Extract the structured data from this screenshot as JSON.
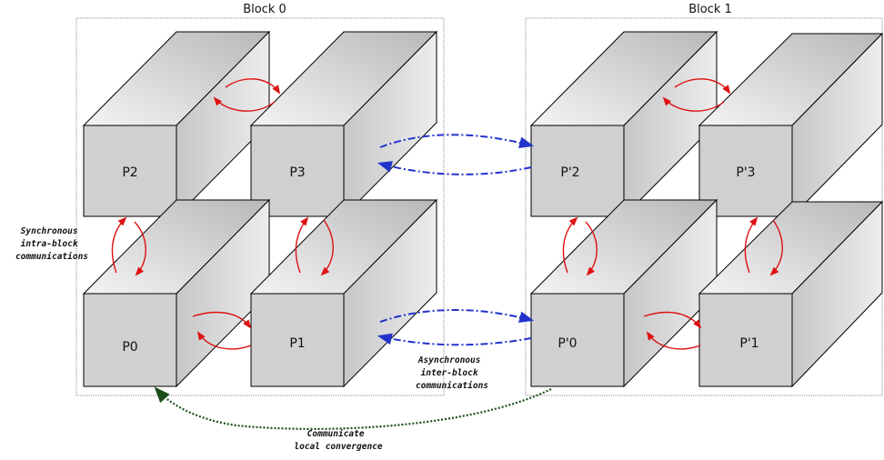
{
  "blocks": [
    {
      "title": "Block 0",
      "processors": {
        "top_left": "P2",
        "top_right": "P3",
        "bottom_left": "P0",
        "bottom_right": "P1"
      }
    },
    {
      "title": "Block 1",
      "processors": {
        "top_left": "P'2",
        "top_right": "P'3",
        "bottom_left": "P'0",
        "bottom_right": "P'1"
      }
    }
  ],
  "annotations": {
    "sync": [
      "Synchronous",
      "intra-block",
      "communications"
    ],
    "async": [
      "Asynchronous",
      "inter-block",
      "communications"
    ],
    "convergence": [
      "Communicate",
      "local convergence"
    ]
  },
  "colors": {
    "sync_arrow": "#dd1111",
    "async_arrow": "#2233cc",
    "convergence_arrow": "#1a4d1a",
    "box_front": "#d2d2d2",
    "box_side": "#b4b4b4",
    "box_top": "#e6e6e6",
    "block_border": "#888888"
  }
}
